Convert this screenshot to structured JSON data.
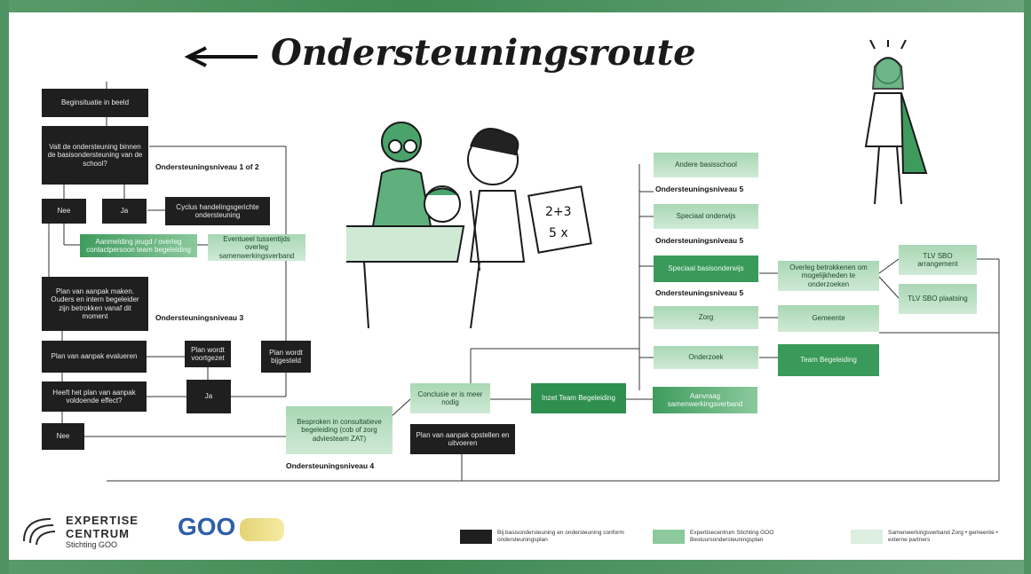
{
  "title": "Ondersteuningsroute",
  "left_flow": {
    "b1": "Beginsituatie in beeld",
    "b2": "Valt de ondersteuning binnen de basisondersteuning van de school?",
    "nee1": "Nee",
    "ja1": "Ja",
    "cyclus": "Cyclus handelingsgerichte ondersteuning",
    "aanmelding": "Aanmelding jeugd / overleg contactpersoon team begeleiding",
    "eventueel": "Eventueel tussentijds overleg samenwerkingsverband",
    "plan": "Plan van aanpak maken. Ouders en intern begeleider zijn betrokken vanaf dit moment",
    "eval": "Plan van aanpak evalueren",
    "voortgezet": "Plan wordt voortgezet",
    "bijgesteld": "Plan wordt bijgesteld",
    "heeft": "Heeft het plan van aanpak voldoende effect?",
    "ja2": "Ja",
    "nee2": "Nee",
    "besproken": "Besproken in consultatieve begeleiding (cob of zorg adviesteam ZAT)",
    "conclusie": "Conclusie er is meer nodig",
    "uitvoeren": "Plan van aanpak opstellen en uitvoeren",
    "intern": "Inzet Team Begeleiding"
  },
  "levels": {
    "n12": "Ondersteuningsniveau 1 of 2",
    "n3": "Ondersteuningsniveau 3",
    "n4": "Ondersteuningsniveau 4",
    "n5a": "Ondersteuningsniveau 5",
    "n5b": "Ondersteuningsniveau 5",
    "n5c": "Ondersteuningsniveau 5"
  },
  "right_flow": {
    "andere": "Andere basisschool",
    "speciaal": "Speciaal onderwijs",
    "sbo": "Speciaal basisonderwijs",
    "zorg": "Zorg",
    "onderzoek": "Onderzoek",
    "aanvraag": "Aanvraag samenwerkingsverband",
    "overleg": "Overleg betrokkenen om mogelijkheden te onderzoeken",
    "gemeente": "Gemeente",
    "team": "Team Begeleiding",
    "tlv1": "TLV SBO arrangement",
    "tlv2": "TLV SBO plaatsing"
  },
  "drawing": {
    "sum_top": "2+3",
    "sum_bottom": "5 x"
  },
  "logos": {
    "expertise_line1": "EXPERTISE",
    "expertise_line2": "CENTRUM",
    "expertise_sub": "Stichting GOO",
    "goo": "GOO"
  },
  "legend": {
    "l1": "Bij basisondersteuning en ondersteuning conform ondersteuningsplan",
    "l2": "Expertisecentrum Stichting GOO Bestuursondersteuningsplan",
    "l3": "Samenwerkingsverband Zorg • gemeente • externe partners"
  },
  "colors": {
    "dark": "#1f1f1f",
    "green": "#3a9a5a",
    "light_green": "#cfe9d5"
  }
}
